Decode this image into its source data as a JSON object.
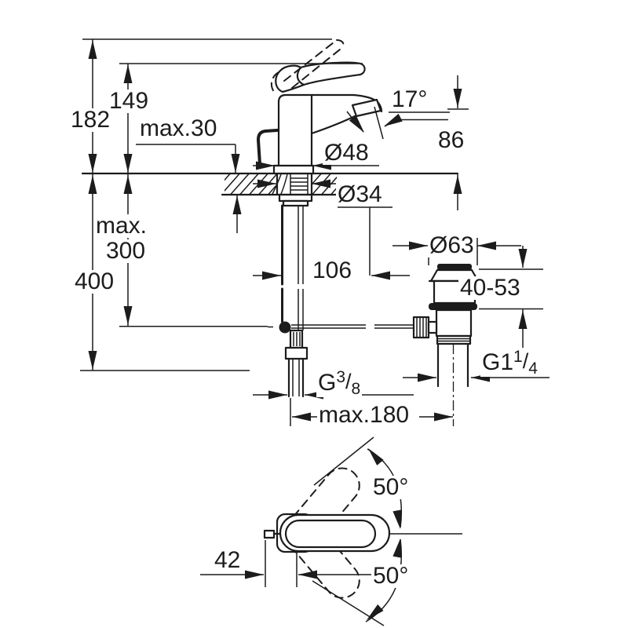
{
  "colors": {
    "line": "#1c1c1c",
    "background": "#ffffff"
  },
  "front_view": {
    "dimensions": {
      "raised_handle_height": "182",
      "handle_height": "149",
      "deck_thickness": "max.30",
      "spout_angle": "17°",
      "spout_height": "86",
      "base_diameter": "Ø48",
      "hole_diameter": "Ø34",
      "rod_depth_word": "max.",
      "rod_depth_value": "300",
      "hose_length": "400",
      "spout_reach": "106",
      "waste_flange_diameter": "Ø63",
      "basin_thickness_range": "40-53",
      "supply_thread": {
        "base": "G",
        "sup": "3",
        "slash": "/",
        "sub": "8"
      },
      "waste_thread": {
        "base": "G1",
        "sup": "1",
        "slash": "/",
        "sub": "4"
      },
      "max_drain_distance": "max.180"
    }
  },
  "top_view": {
    "dimensions": {
      "handle_offset": "42",
      "swivel_angle_upper": "50°",
      "swivel_angle_lower": "50°"
    }
  }
}
